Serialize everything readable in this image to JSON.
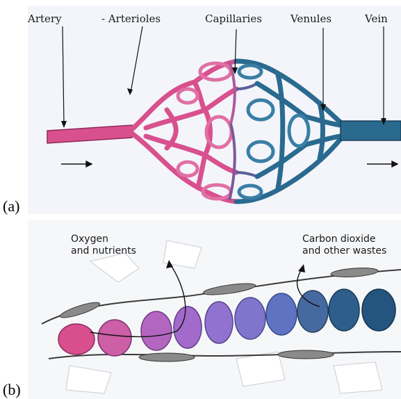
{
  "panel_a": {
    "letter": "(a)",
    "labels": {
      "artery": "Artery",
      "arterioles": "- Arterioles",
      "capillaries": "Capillaries",
      "venules": "Venules",
      "vein": "Vein"
    },
    "colors": {
      "arterial": "#d9508e",
      "venous": "#2a6a8f"
    }
  },
  "panel_b": {
    "letter": "(b)",
    "labels": {
      "oxygen_line1": "Oxygen",
      "oxygen_line2": "and nutrients",
      "co2_line1": "Carbon dioxide",
      "co2_line2": "and other wastes"
    }
  }
}
